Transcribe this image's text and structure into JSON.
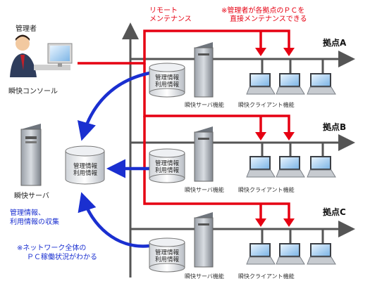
{
  "admin": {
    "title": "管理者",
    "console_label": "瞬快コンソール"
  },
  "remote": {
    "label_line1": "リモート",
    "label_line2": "メンテナンス",
    "note_line1": "※管理者が各拠点のＰＣを",
    "note_line2": "直接メンテナンスできる"
  },
  "sites": [
    {
      "name": "拠点A",
      "server_label": "瞬快サーバ機能",
      "client_label": "瞬快クライアント機能"
    },
    {
      "name": "拠点B",
      "server_label": "瞬快サーバ機能",
      "client_label": "瞬快クライアント機能"
    },
    {
      "name": "拠点C",
      "server_label": "瞬快サーバ機能",
      "client_label": "瞬快クライアント機能"
    }
  ],
  "db": {
    "line1": "管理情報",
    "line2": "利用情報"
  },
  "central_server": {
    "label": "瞬快サーバ"
  },
  "collect": {
    "line1": "管理情報、",
    "line2": "利用情報の収集"
  },
  "network_note": {
    "line1": "※ネットワーク全体の",
    "line2": "ＰＣ稼働状況がわかる"
  },
  "colors": {
    "remote_line": "#e60012",
    "collect_arrow": "#1a2fd0",
    "network_line": "#555555"
  }
}
